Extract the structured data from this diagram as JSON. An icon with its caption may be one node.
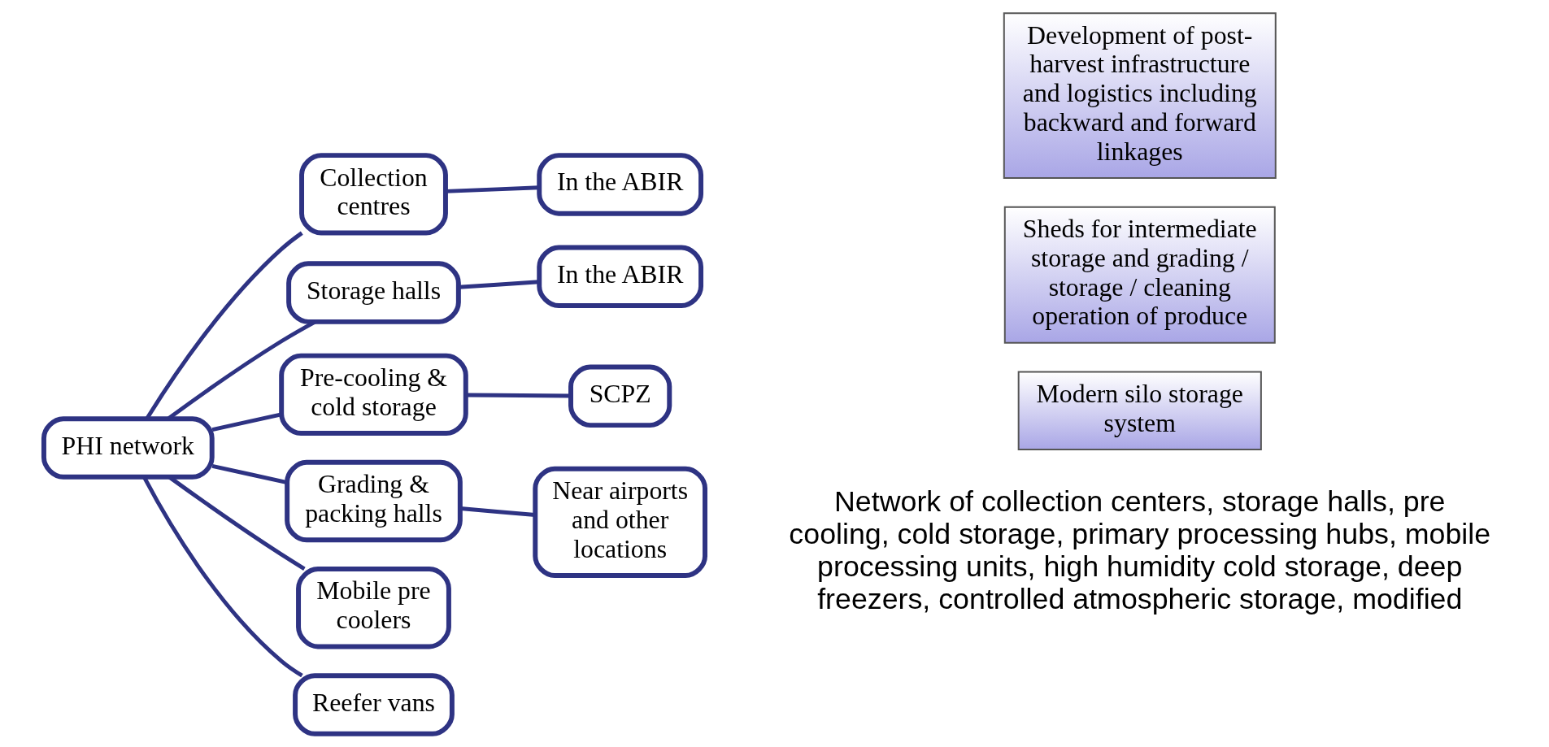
{
  "diagram": {
    "nodes": [
      {
        "text": [
          "PHI network"
        ]
      },
      {
        "text": [
          "Collection centres"
        ]
      },
      {
        "text": [
          "In the ABIR"
        ]
      },
      {
        "text": [
          "Storage halls"
        ]
      },
      {
        "text": [
          "In the ABIR"
        ]
      },
      {
        "text": [
          "Pre-cooling & cold storage"
        ]
      },
      {
        "text": [
          "SCPZ"
        ]
      },
      {
        "text": [
          "Grading & packing halls"
        ]
      },
      {
        "text": [
          "Near airports and other locations"
        ]
      },
      {
        "text": [
          "Mobile pre coolers"
        ]
      },
      {
        "text": [
          "Reefer vans"
        ]
      },
      {
        "text": [
          "Development of post-harvest infrastructure and logistics including backward and forward linkages"
        ]
      },
      {
        "text": [
          "Sheds for intermediate storage and grading / storage / cleaning operation of produce"
        ]
      },
      {
        "text": [
          "Modern silo storage system"
        ]
      }
    ],
    "edges": [
      {
        "from": 0,
        "to": 1,
        "arrow": "none"
      },
      {
        "from": 0,
        "to": 3,
        "arrow": "none"
      },
      {
        "from": 0,
        "to": 5,
        "arrow": "none"
      },
      {
        "from": 0,
        "to": 7,
        "arrow": "none"
      },
      {
        "from": 0,
        "to": 9,
        "arrow": "none"
      },
      {
        "from": 0,
        "to": 10,
        "arrow": "none"
      },
      {
        "from": 1,
        "to": 2,
        "arrow": "none"
      },
      {
        "from": 3,
        "to": 4,
        "arrow": "none"
      },
      {
        "from": 5,
        "to": 6,
        "arrow": "none"
      },
      {
        "from": 7,
        "to": 8,
        "arrow": "none"
      }
    ],
    "labels": [
      "Network of collection centers, storage halls, pre cooling, cold storage, primary processing hubs, mobile processing units, high humidity cold storage, deep freezers, controlled atmospheric storage, modified"
    ]
  }
}
